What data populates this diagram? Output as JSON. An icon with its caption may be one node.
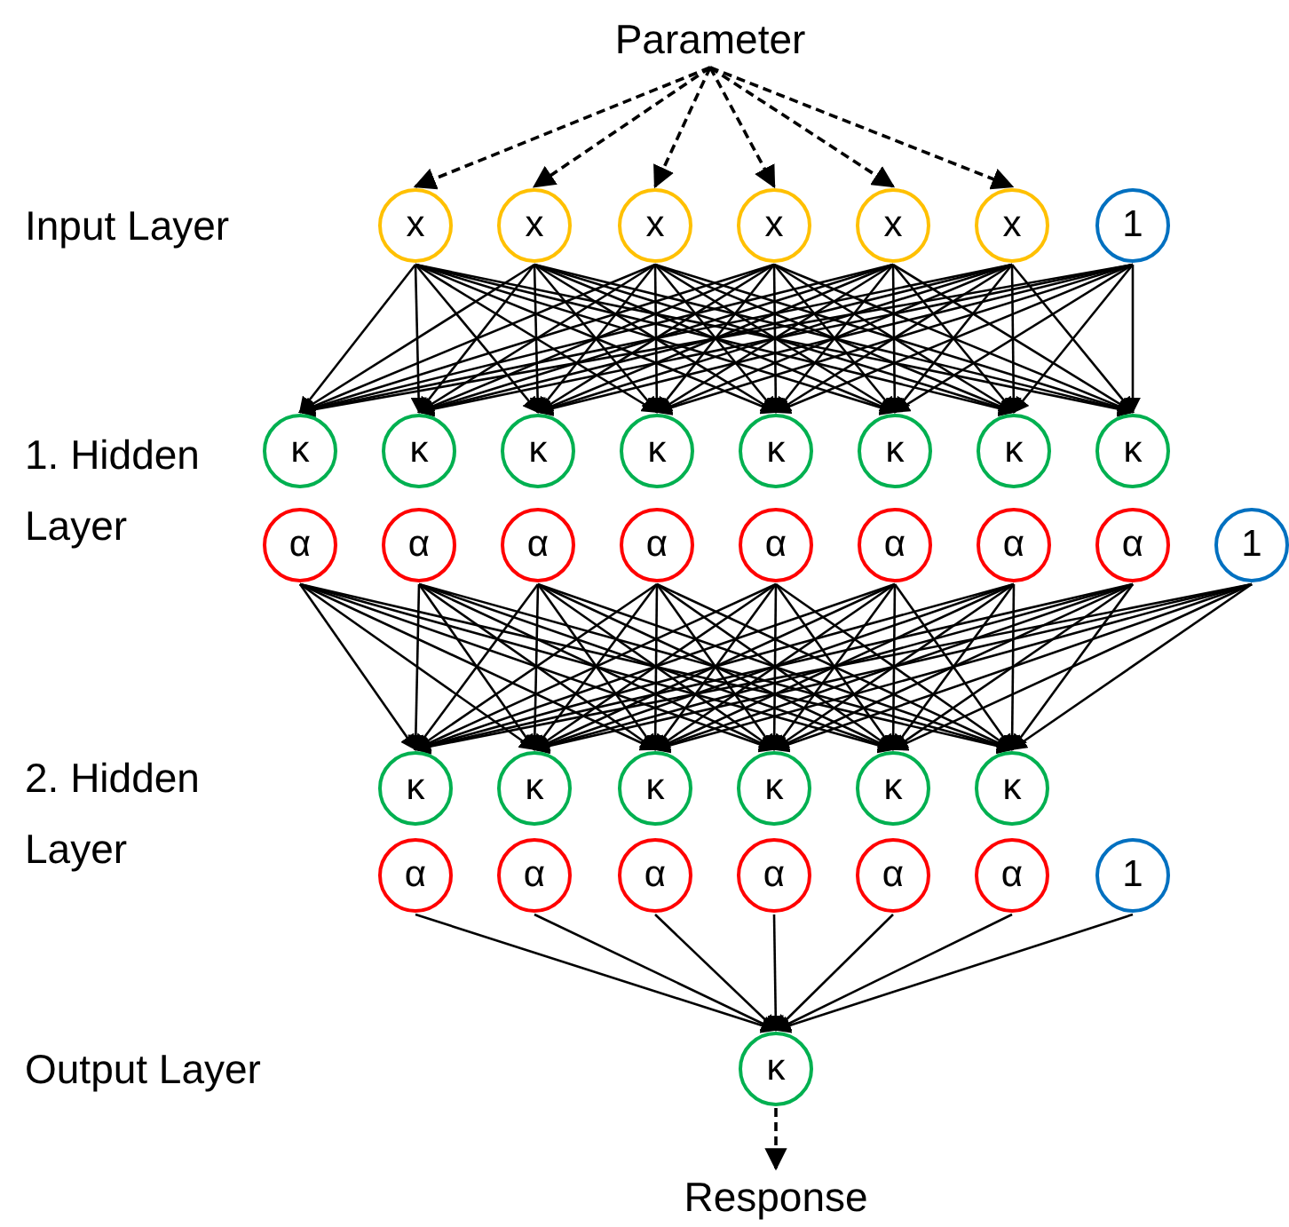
{
  "diagram": {
    "nodes": [
      {
        "text": [
          "Parameter"
        ]
      },
      {
        "text": [
          "x"
        ]
      },
      {
        "text": [
          "x"
        ]
      },
      {
        "text": [
          "x"
        ]
      },
      {
        "text": [
          "x"
        ]
      },
      {
        "text": [
          "x"
        ]
      },
      {
        "text": [
          "x"
        ]
      },
      {
        "text": [
          "1"
        ]
      },
      {
        "text": [
          "κ"
        ]
      },
      {
        "text": [
          "κ"
        ]
      },
      {
        "text": [
          "κ"
        ]
      },
      {
        "text": [
          "κ"
        ]
      },
      {
        "text": [
          "κ"
        ]
      },
      {
        "text": [
          "κ"
        ]
      },
      {
        "text": [
          "κ"
        ]
      },
      {
        "text": [
          "κ"
        ]
      },
      {
        "text": [
          "α"
        ]
      },
      {
        "text": [
          "α"
        ]
      },
      {
        "text": [
          "α"
        ]
      },
      {
        "text": [
          "α"
        ]
      },
      {
        "text": [
          "α"
        ]
      },
      {
        "text": [
          "α"
        ]
      },
      {
        "text": [
          "α"
        ]
      },
      {
        "text": [
          "α"
        ]
      },
      {
        "text": [
          "1"
        ]
      },
      {
        "text": [
          "κ"
        ]
      },
      {
        "text": [
          "κ"
        ]
      },
      {
        "text": [
          "κ"
        ]
      },
      {
        "text": [
          "κ"
        ]
      },
      {
        "text": [
          "κ"
        ]
      },
      {
        "text": [
          "κ"
        ]
      },
      {
        "text": [
          "α"
        ]
      },
      {
        "text": [
          "α"
        ]
      },
      {
        "text": [
          "α"
        ]
      },
      {
        "text": [
          "α"
        ]
      },
      {
        "text": [
          "α"
        ]
      },
      {
        "text": [
          "α"
        ]
      },
      {
        "text": [
          "1"
        ]
      },
      {
        "text": [
          "κ"
        ]
      },
      {
        "text": [
          "Response"
        ]
      }
    ],
    "edges": [
      {
        "from": 0,
        "to": 1,
        "arrow": "to",
        "style": "dashed"
      },
      {
        "from": 0,
        "to": 2,
        "arrow": "to",
        "style": "dashed"
      },
      {
        "from": 0,
        "to": 3,
        "arrow": "to",
        "style": "dashed"
      },
      {
        "from": 0,
        "to": 4,
        "arrow": "to",
        "style": "dashed"
      },
      {
        "from": 0,
        "to": 5,
        "arrow": "to",
        "style": "dashed"
      },
      {
        "from": 0,
        "to": 6,
        "arrow": "to",
        "style": "dashed"
      },
      {
        "from": 1,
        "to": 8,
        "arrow": "to"
      },
      {
        "from": 1,
        "to": 9,
        "arrow": "to"
      },
      {
        "from": 1,
        "to": 10,
        "arrow": "to"
      },
      {
        "from": 1,
        "to": 11,
        "arrow": "to"
      },
      {
        "from": 1,
        "to": 12,
        "arrow": "to"
      },
      {
        "from": 1,
        "to": 13,
        "arrow": "to"
      },
      {
        "from": 1,
        "to": 14,
        "arrow": "to"
      },
      {
        "from": 1,
        "to": 15,
        "arrow": "to"
      },
      {
        "from": 2,
        "to": 8,
        "arrow": "to"
      },
      {
        "from": 2,
        "to": 9,
        "arrow": "to"
      },
      {
        "from": 2,
        "to": 10,
        "arrow": "to"
      },
      {
        "from": 2,
        "to": 11,
        "arrow": "to"
      },
      {
        "from": 2,
        "to": 12,
        "arrow": "to"
      },
      {
        "from": 2,
        "to": 13,
        "arrow": "to"
      },
      {
        "from": 2,
        "to": 14,
        "arrow": "to"
      },
      {
        "from": 2,
        "to": 15,
        "arrow": "to"
      },
      {
        "from": 3,
        "to": 8,
        "arrow": "to"
      },
      {
        "from": 3,
        "to": 9,
        "arrow": "to"
      },
      {
        "from": 3,
        "to": 10,
        "arrow": "to"
      },
      {
        "from": 3,
        "to": 11,
        "arrow": "to"
      },
      {
        "from": 3,
        "to": 12,
        "arrow": "to"
      },
      {
        "from": 3,
        "to": 13,
        "arrow": "to"
      },
      {
        "from": 3,
        "to": 14,
        "arrow": "to"
      },
      {
        "from": 3,
        "to": 15,
        "arrow": "to"
      },
      {
        "from": 4,
        "to": 8,
        "arrow": "to"
      },
      {
        "from": 4,
        "to": 9,
        "arrow": "to"
      },
      {
        "from": 4,
        "to": 10,
        "arrow": "to"
      },
      {
        "from": 4,
        "to": 11,
        "arrow": "to"
      },
      {
        "from": 4,
        "to": 12,
        "arrow": "to"
      },
      {
        "from": 4,
        "to": 13,
        "arrow": "to"
      },
      {
        "from": 4,
        "to": 14,
        "arrow": "to"
      },
      {
        "from": 4,
        "to": 15,
        "arrow": "to"
      },
      {
        "from": 5,
        "to": 8,
        "arrow": "to"
      },
      {
        "from": 5,
        "to": 9,
        "arrow": "to"
      },
      {
        "from": 5,
        "to": 10,
        "arrow": "to"
      },
      {
        "from": 5,
        "to": 11,
        "arrow": "to"
      },
      {
        "from": 5,
        "to": 12,
        "arrow": "to"
      },
      {
        "from": 5,
        "to": 13,
        "arrow": "to"
      },
      {
        "from": 5,
        "to": 14,
        "arrow": "to"
      },
      {
        "from": 5,
        "to": 15,
        "arrow": "to"
      },
      {
        "from": 6,
        "to": 8,
        "arrow": "to"
      },
      {
        "from": 6,
        "to": 9,
        "arrow": "to"
      },
      {
        "from": 6,
        "to": 10,
        "arrow": "to"
      },
      {
        "from": 6,
        "to": 11,
        "arrow": "to"
      },
      {
        "from": 6,
        "to": 12,
        "arrow": "to"
      },
      {
        "from": 6,
        "to": 13,
        "arrow": "to"
      },
      {
        "from": 6,
        "to": 14,
        "arrow": "to"
      },
      {
        "from": 6,
        "to": 15,
        "arrow": "to"
      },
      {
        "from": 7,
        "to": 8,
        "arrow": "to"
      },
      {
        "from": 7,
        "to": 9,
        "arrow": "to"
      },
      {
        "from": 7,
        "to": 10,
        "arrow": "to"
      },
      {
        "from": 7,
        "to": 11,
        "arrow": "to"
      },
      {
        "from": 7,
        "to": 12,
        "arrow": "to"
      },
      {
        "from": 7,
        "to": 13,
        "arrow": "to"
      },
      {
        "from": 7,
        "to": 14,
        "arrow": "to"
      },
      {
        "from": 7,
        "to": 15,
        "arrow": "to"
      },
      {
        "from": 16,
        "to": 25,
        "arrow": "to"
      },
      {
        "from": 16,
        "to": 26,
        "arrow": "to"
      },
      {
        "from": 16,
        "to": 27,
        "arrow": "to"
      },
      {
        "from": 16,
        "to": 28,
        "arrow": "to"
      },
      {
        "from": 16,
        "to": 29,
        "arrow": "to"
      },
      {
        "from": 16,
        "to": 30,
        "arrow": "to"
      },
      {
        "from": 17,
        "to": 25,
        "arrow": "to"
      },
      {
        "from": 17,
        "to": 26,
        "arrow": "to"
      },
      {
        "from": 17,
        "to": 27,
        "arrow": "to"
      },
      {
        "from": 17,
        "to": 28,
        "arrow": "to"
      },
      {
        "from": 17,
        "to": 29,
        "arrow": "to"
      },
      {
        "from": 17,
        "to": 30,
        "arrow": "to"
      },
      {
        "from": 18,
        "to": 25,
        "arrow": "to"
      },
      {
        "from": 18,
        "to": 26,
        "arrow": "to"
      },
      {
        "from": 18,
        "to": 27,
        "arrow": "to"
      },
      {
        "from": 18,
        "to": 28,
        "arrow": "to"
      },
      {
        "from": 18,
        "to": 29,
        "arrow": "to"
      },
      {
        "from": 18,
        "to": 30,
        "arrow": "to"
      },
      {
        "from": 19,
        "to": 25,
        "arrow": "to"
      },
      {
        "from": 19,
        "to": 26,
        "arrow": "to"
      },
      {
        "from": 19,
        "to": 27,
        "arrow": "to"
      },
      {
        "from": 19,
        "to": 28,
        "arrow": "to"
      },
      {
        "from": 19,
        "to": 29,
        "arrow": "to"
      },
      {
        "from": 19,
        "to": 30,
        "arrow": "to"
      },
      {
        "from": 20,
        "to": 25,
        "arrow": "to"
      },
      {
        "from": 20,
        "to": 26,
        "arrow": "to"
      },
      {
        "from": 20,
        "to": 27,
        "arrow": "to"
      },
      {
        "from": 20,
        "to": 28,
        "arrow": "to"
      },
      {
        "from": 20,
        "to": 29,
        "arrow": "to"
      },
      {
        "from": 20,
        "to": 30,
        "arrow": "to"
      },
      {
        "from": 21,
        "to": 25,
        "arrow": "to"
      },
      {
        "from": 21,
        "to": 26,
        "arrow": "to"
      },
      {
        "from": 21,
        "to": 27,
        "arrow": "to"
      },
      {
        "from": 21,
        "to": 28,
        "arrow": "to"
      },
      {
        "from": 21,
        "to": 29,
        "arrow": "to"
      },
      {
        "from": 21,
        "to": 30,
        "arrow": "to"
      },
      {
        "from": 22,
        "to": 25,
        "arrow": "to"
      },
      {
        "from": 22,
        "to": 26,
        "arrow": "to"
      },
      {
        "from": 22,
        "to": 27,
        "arrow": "to"
      },
      {
        "from": 22,
        "to": 28,
        "arrow": "to"
      },
      {
        "from": 22,
        "to": 29,
        "arrow": "to"
      },
      {
        "from": 22,
        "to": 30,
        "arrow": "to"
      },
      {
        "from": 23,
        "to": 25,
        "arrow": "to"
      },
      {
        "from": 23,
        "to": 26,
        "arrow": "to"
      },
      {
        "from": 23,
        "to": 27,
        "arrow": "to"
      },
      {
        "from": 23,
        "to": 28,
        "arrow": "to"
      },
      {
        "from": 23,
        "to": 29,
        "arrow": "to"
      },
      {
        "from": 23,
        "to": 30,
        "arrow": "to"
      },
      {
        "from": 24,
        "to": 25,
        "arrow": "to"
      },
      {
        "from": 24,
        "to": 26,
        "arrow": "to"
      },
      {
        "from": 24,
        "to": 27,
        "arrow": "to"
      },
      {
        "from": 24,
        "to": 28,
        "arrow": "to"
      },
      {
        "from": 24,
        "to": 29,
        "arrow": "to"
      },
      {
        "from": 24,
        "to": 30,
        "arrow": "to"
      },
      {
        "from": 31,
        "to": 38,
        "arrow": "to"
      },
      {
        "from": 32,
        "to": 38,
        "arrow": "to"
      },
      {
        "from": 33,
        "to": 38,
        "arrow": "to"
      },
      {
        "from": 34,
        "to": 38,
        "arrow": "to"
      },
      {
        "from": 35,
        "to": 38,
        "arrow": "to"
      },
      {
        "from": 36,
        "to": 38,
        "arrow": "to"
      },
      {
        "from": 37,
        "to": 38,
        "arrow": "to"
      },
      {
        "from": 38,
        "to": 39,
        "arrow": "to",
        "style": "dashed"
      }
    ],
    "labels": [
      "Input Layer",
      "1. Hidden Layer",
      "2. Hidden Layer",
      "Output Layer"
    ]
  }
}
